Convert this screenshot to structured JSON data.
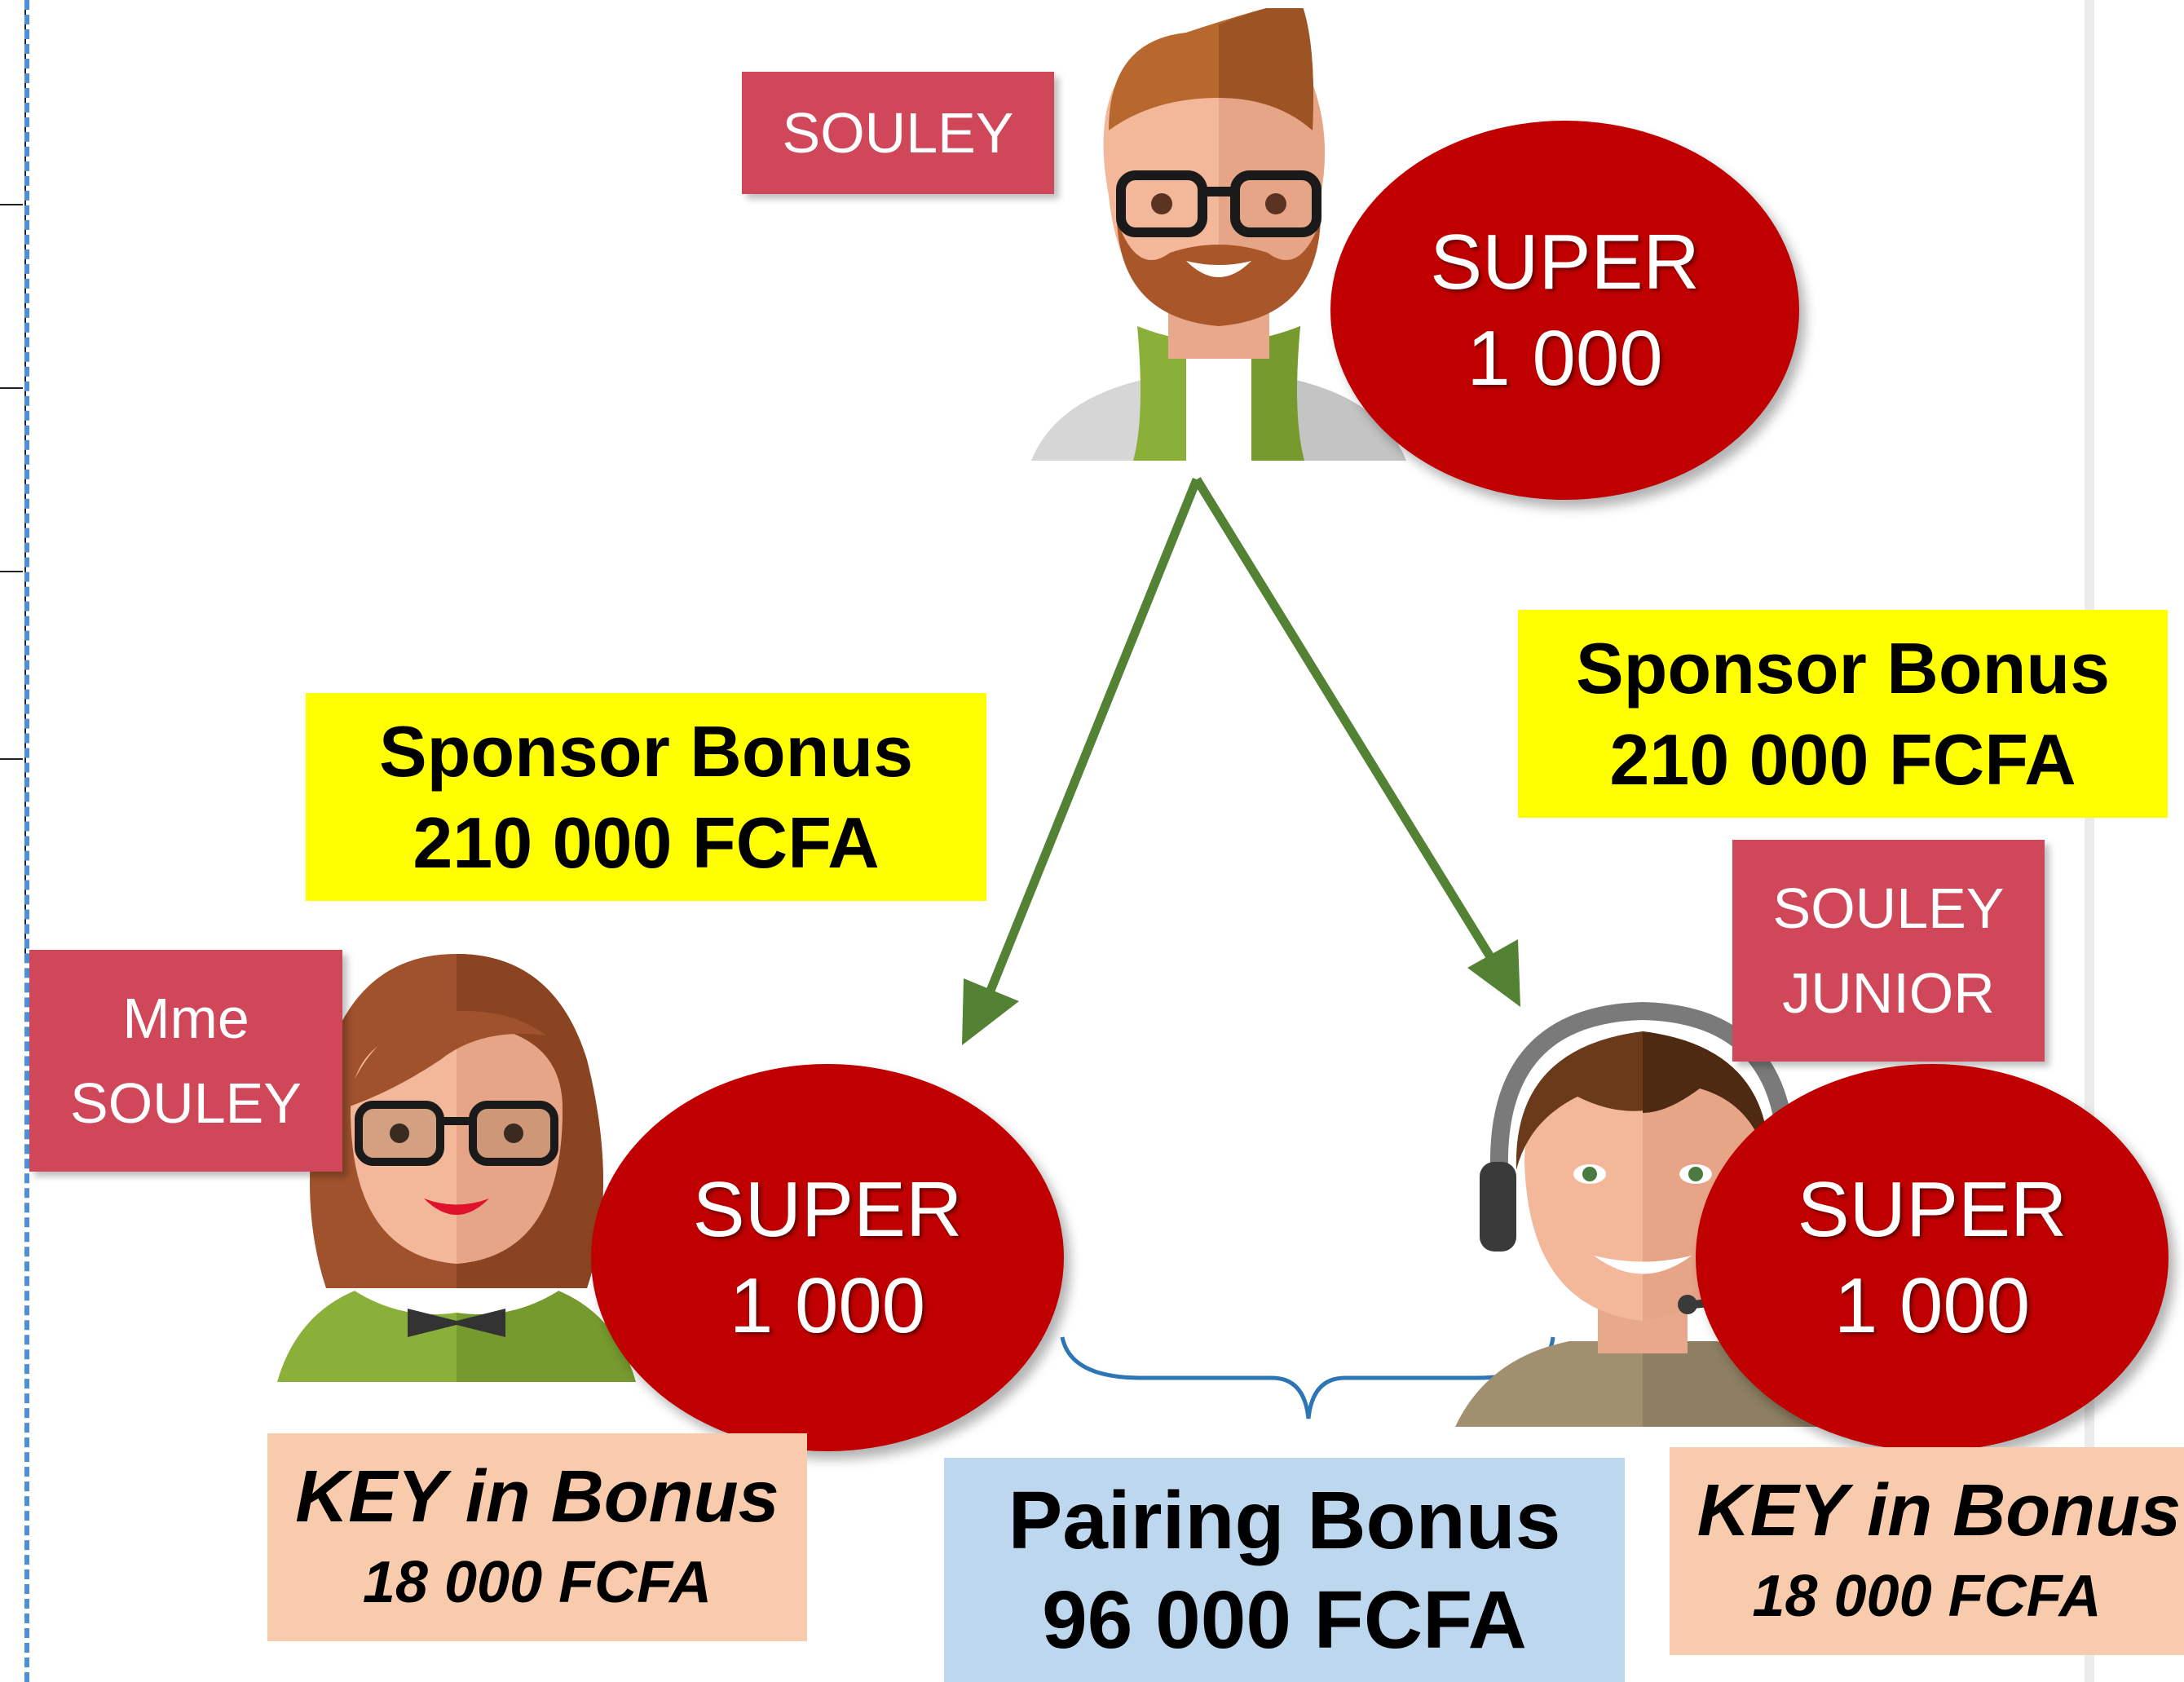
{
  "nodes": [
    {
      "id": "top",
      "name_lines": [
        "SOULEY"
      ],
      "plan": "SUPER",
      "points": "1 000"
    },
    {
      "id": "left",
      "name_lines": [
        "Mme",
        "SOULEY"
      ],
      "plan": "SUPER",
      "points": "1 000"
    },
    {
      "id": "right",
      "name_lines": [
        "SOULEY",
        "JUNIOR"
      ],
      "plan": "SUPER",
      "points": "1 000"
    }
  ],
  "sponsor_bonus_left": {
    "title": "Sponsor Bonus",
    "amount": "210 000 FCFA"
  },
  "sponsor_bonus_right": {
    "title": "Sponsor Bonus",
    "amount": "210 000 FCFA"
  },
  "key_in_bonus_left": {
    "title": "KEY in Bonus",
    "amount": "18 000 FCFA"
  },
  "key_in_bonus_right": {
    "title": "KEY in Bonus",
    "amount": "18 000 FCFA"
  },
  "pairing_bonus": {
    "title": "Pairing Bonus",
    "amount": "96 000 FCFA"
  },
  "colors": {
    "name_tag": "#d0475a",
    "plan_ellipse": "#c00000",
    "sponsor_box": "#ffff00",
    "key_box": "#f8cbad",
    "pairing_box": "#bdd7ee",
    "arrow": "#548235",
    "brace": "#2e75b6"
  },
  "icons": [
    "man-with-glasses-avatar",
    "woman-with-glasses-avatar",
    "man-with-headset-avatar"
  ]
}
